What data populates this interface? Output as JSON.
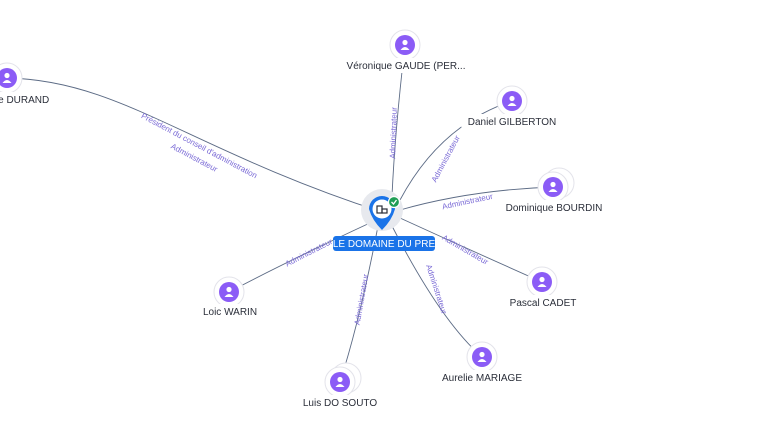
{
  "company": {
    "name": "LE DOMAINE DU PRE",
    "icon": "building-icon",
    "status_icon": "check-badge-icon",
    "pin_color": "#1a73e8",
    "badge_color": "#1f9d55"
  },
  "person_icon": "person-icon",
  "person_color": "#8b5cf6",
  "edge_color": "#5c6b85",
  "edge_label_color": "#7a6ad6",
  "persons": [
    {
      "id": "durand",
      "name": "re DURAND",
      "relations": [
        "Président du conseil d'administration",
        "Administrateur"
      ]
    },
    {
      "id": "gaude",
      "name": "Véronique GAUDE (PER...",
      "relations": [
        "Administrateur"
      ]
    },
    {
      "id": "gilberton",
      "name": "Daniel GILBERTON",
      "relations": [
        "Administrateur"
      ]
    },
    {
      "id": "bourdin",
      "name": "Dominique BOURDIN",
      "relations": [
        "Administrateur"
      ]
    },
    {
      "id": "cadet",
      "name": "Pascal CADET",
      "relations": [
        "Administrateur"
      ]
    },
    {
      "id": "mariage",
      "name": "Aurelie MARIAGE",
      "relations": [
        "Administrateur"
      ]
    },
    {
      "id": "souto",
      "name": "Luis DO SOUTO",
      "relations": [
        "Administrateur"
      ]
    },
    {
      "id": "warin",
      "name": "Loic WARIN",
      "relations": [
        "Administrateur"
      ]
    }
  ]
}
